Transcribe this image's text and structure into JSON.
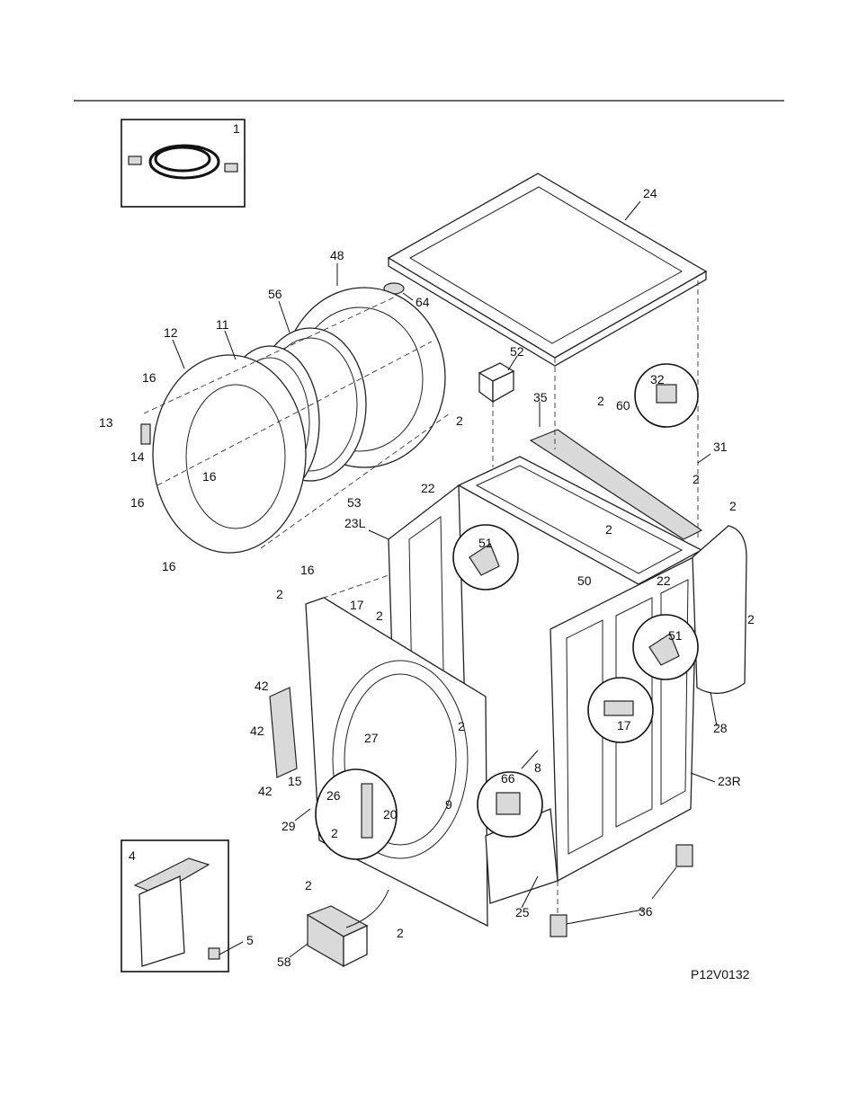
{
  "diagram_code": "P12V0132",
  "callouts": [
    {
      "id": "c1",
      "text": "1"
    },
    {
      "id": "c24",
      "text": "24"
    },
    {
      "id": "c48",
      "text": "48"
    },
    {
      "id": "c64",
      "text": "64"
    },
    {
      "id": "c56",
      "text": "56"
    },
    {
      "id": "c12",
      "text": "12"
    },
    {
      "id": "c11",
      "text": "11"
    },
    {
      "id": "c52",
      "text": "52"
    },
    {
      "id": "c32",
      "text": "32"
    },
    {
      "id": "c16a",
      "text": "16"
    },
    {
      "id": "c13",
      "text": "13"
    },
    {
      "id": "c14",
      "text": "14"
    },
    {
      "id": "c16b",
      "text": "16"
    },
    {
      "id": "c16c",
      "text": "16"
    },
    {
      "id": "c16d",
      "text": "16"
    },
    {
      "id": "c16e",
      "text": "16"
    },
    {
      "id": "c2a",
      "text": "2"
    },
    {
      "id": "c22a",
      "text": "22"
    },
    {
      "id": "c35",
      "text": "35"
    },
    {
      "id": "c2b",
      "text": "2"
    },
    {
      "id": "c60",
      "text": "60"
    },
    {
      "id": "c31",
      "text": "31"
    },
    {
      "id": "c2c",
      "text": "2"
    },
    {
      "id": "c2d",
      "text": "2"
    },
    {
      "id": "c53",
      "text": "53"
    },
    {
      "id": "c23L",
      "text": "23L"
    },
    {
      "id": "c51a",
      "text": "51"
    },
    {
      "id": "c2e",
      "text": "2"
    },
    {
      "id": "c50",
      "text": "50"
    },
    {
      "id": "c22b",
      "text": "22"
    },
    {
      "id": "c2f",
      "text": "2"
    },
    {
      "id": "c17a",
      "text": "17"
    },
    {
      "id": "c2g",
      "text": "2"
    },
    {
      "id": "c2h",
      "text": "2"
    },
    {
      "id": "c51b",
      "text": "51"
    },
    {
      "id": "c42a",
      "text": "42"
    },
    {
      "id": "c42b",
      "text": "42"
    },
    {
      "id": "c42c",
      "text": "42"
    },
    {
      "id": "c2i",
      "text": "2"
    },
    {
      "id": "c27",
      "text": "27"
    },
    {
      "id": "c17b",
      "text": "17"
    },
    {
      "id": "c28",
      "text": "28"
    },
    {
      "id": "c8",
      "text": "8"
    },
    {
      "id": "c66",
      "text": "66"
    },
    {
      "id": "c15",
      "text": "15"
    },
    {
      "id": "c23R",
      "text": "23R"
    },
    {
      "id": "c9",
      "text": "9"
    },
    {
      "id": "c26",
      "text": "26"
    },
    {
      "id": "c20",
      "text": "20"
    },
    {
      "id": "c29",
      "text": "29"
    },
    {
      "id": "c2j",
      "text": "2"
    },
    {
      "id": "c4",
      "text": "4"
    },
    {
      "id": "c2k",
      "text": "2"
    },
    {
      "id": "c25",
      "text": "25"
    },
    {
      "id": "c36",
      "text": "36"
    },
    {
      "id": "c5",
      "text": "5"
    },
    {
      "id": "c2l",
      "text": "2"
    },
    {
      "id": "c58",
      "text": "58"
    }
  ]
}
